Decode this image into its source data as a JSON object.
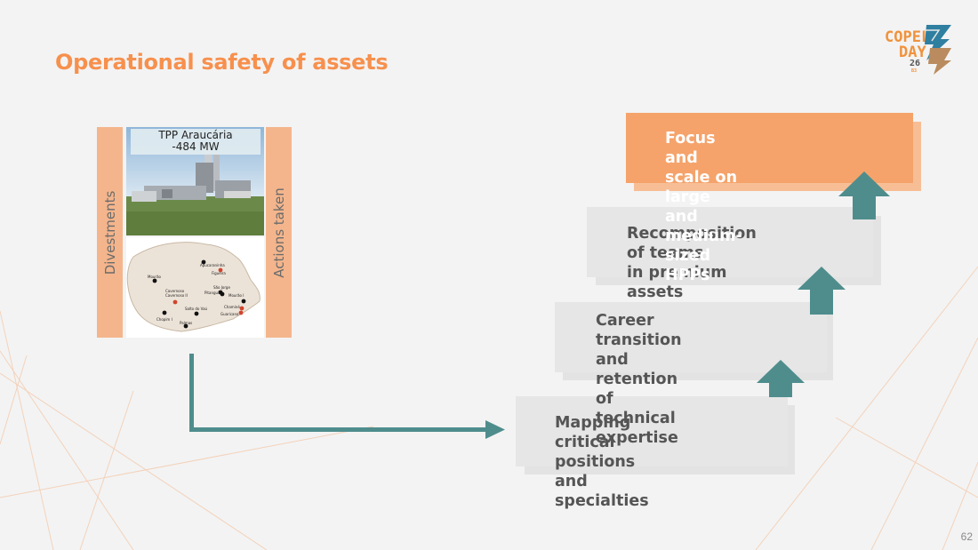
{
  "slide": {
    "title": "Operational safety of assets",
    "page_number": "62"
  },
  "logo": {
    "line1": "COPEL",
    "line2": "DAY",
    "number": "26",
    "small": "B3"
  },
  "left_panel": {
    "left_band_label": "Divestments",
    "right_band_label": "Actions taken",
    "photo_caption": "TPP Araucária\n-484 MW",
    "photo_caption_line1": "TPP Araucária",
    "photo_caption_line2": "-484 MW",
    "map_labels": [
      "Apucaraninha",
      "Figueira",
      "Mourão",
      "Cavernoso",
      "Cavernoso II",
      "São Jorge",
      "Pitangui",
      "Mourão I",
      "Salto do Vaú",
      "Chaminé",
      "Guaricana",
      "Chopim I",
      "Palmas"
    ]
  },
  "steps": [
    {
      "line1": "Mapping critical positions",
      "line2": "and specialties"
    },
    {
      "line1": "Career transition and",
      "line2": "retention of technical",
      "line3": "expertise"
    },
    {
      "line1": "Recomposition of teams",
      "line2": "in premium assets"
    },
    {
      "line1": "Focus and scale on large",
      "line2": "and medium-sized HPPs"
    }
  ],
  "colors": {
    "accent_orange": "#f7904d",
    "band_orange": "#f4b58c",
    "teal": "#4f8d8d",
    "card_gray": "#e6e6e6",
    "text_gray": "#555555"
  }
}
